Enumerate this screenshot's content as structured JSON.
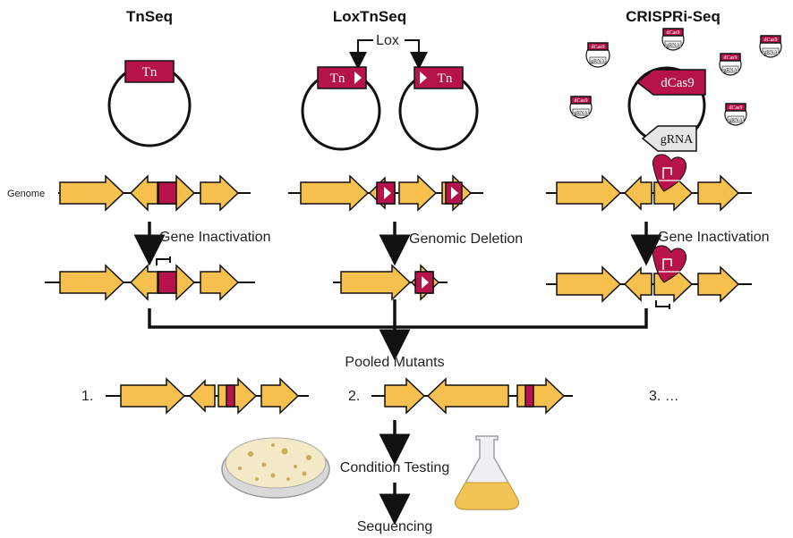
{
  "columns": {
    "tnseq": "TnSeq",
    "loxtnseq": "LoxTnSeq",
    "crispri": "CRISPRi-Seq"
  },
  "labels": {
    "lox": "Lox",
    "tn": "Tn",
    "dcas9": "dCas9",
    "grna": "gRNA",
    "genome": "Genome",
    "gene_inactivation": "Gene Inactivation",
    "genomic_deletion": "Genomic Deletion",
    "gene_inactivation_crispr": "Gene Inactivation",
    "pooled_mutants": "Pooled Mutants",
    "condition_testing": "Condition Testing",
    "sequencing": "Sequencing",
    "mutant_1": "1.",
    "mutant_2": "2.",
    "mutant_3": "3. …"
  },
  "colors": {
    "gene": "#f6c04e",
    "transposon": "#b5134a",
    "outline": "#111111"
  },
  "icons": {
    "petri_dish": "petri-dish-icon",
    "flask": "flask-icon",
    "dcas9_protein": "dcas9-protein-icon"
  }
}
